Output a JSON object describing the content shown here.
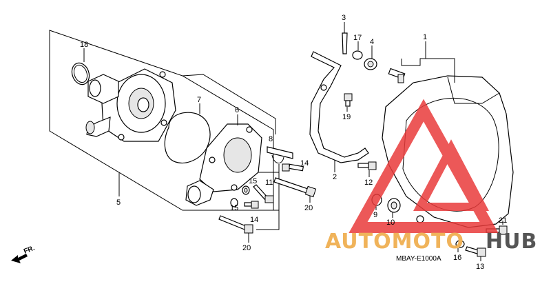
{
  "diagram": {
    "callouts": [
      {
        "id": "c1",
        "text": "1"
      },
      {
        "id": "c2",
        "text": "2"
      },
      {
        "id": "c3",
        "text": "3"
      },
      {
        "id": "c4",
        "text": "4"
      },
      {
        "id": "c5",
        "text": "5"
      },
      {
        "id": "c6",
        "text": "6"
      },
      {
        "id": "c7",
        "text": "7"
      },
      {
        "id": "c8",
        "text": "8"
      },
      {
        "id": "c9",
        "text": "9"
      },
      {
        "id": "c10",
        "text": "10"
      },
      {
        "id": "c11",
        "text": "11"
      },
      {
        "id": "c12",
        "text": "12"
      },
      {
        "id": "c13",
        "text": "13"
      },
      {
        "id": "c14a",
        "text": "14"
      },
      {
        "id": "c14b",
        "text": "14"
      },
      {
        "id": "c15a",
        "text": "15"
      },
      {
        "id": "c15b",
        "text": "15"
      },
      {
        "id": "c16",
        "text": "16"
      },
      {
        "id": "c17",
        "text": "17"
      },
      {
        "id": "c18",
        "text": "18"
      },
      {
        "id": "c19",
        "text": "19"
      },
      {
        "id": "c20a",
        "text": "20"
      },
      {
        "id": "c20b",
        "text": "20"
      },
      {
        "id": "c21",
        "text": "21"
      }
    ],
    "diagram_code": "MBAY-E1000A",
    "direction_label": "FR.",
    "watermark": {
      "text_left": "AUTOMOTO",
      "text_right": "HUB",
      "color_primary": "#f0b35a",
      "color_secondary": "#e93b3b"
    }
  }
}
